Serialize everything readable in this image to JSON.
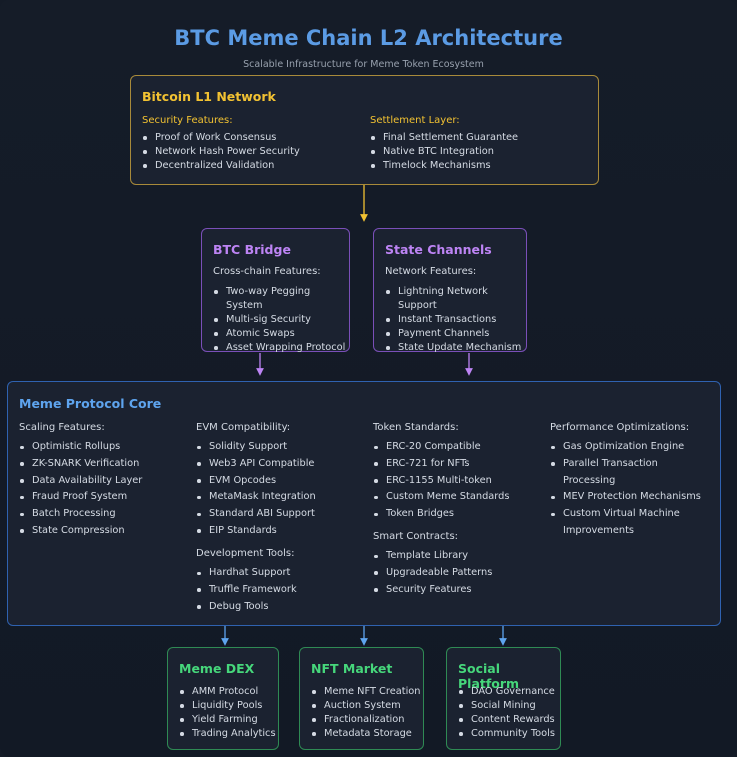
{
  "title": "BTC Meme Chain L2 Architecture",
  "subtitle": "Scalable Infrastructure for Meme Token Ecosystem",
  "colors": {
    "background": "#141b27",
    "title": "#5b9be4",
    "l1": "#f2c232",
    "l2": "#bd84f4",
    "core": "#5ea4ee",
    "apps": "#46d77b"
  },
  "l1": {
    "title": "Bitcoin L1 Network",
    "security": {
      "heading": "Security Features:",
      "items": [
        "Proof of Work Consensus",
        "Network Hash Power Security",
        "Decentralized Validation"
      ]
    },
    "settlement": {
      "heading": "Settlement Layer:",
      "items": [
        "Final Settlement Guarantee",
        "Native BTC Integration",
        "Timelock Mechanisms"
      ]
    }
  },
  "bridge": {
    "title": "BTC Bridge",
    "heading": "Cross-chain Features:",
    "items": [
      "Two-way Pegging System",
      "Multi-sig Security",
      "Atomic Swaps",
      "Asset Wrapping Protocol"
    ]
  },
  "channels": {
    "title": "State Channels",
    "heading": "Network Features:",
    "items": [
      "Lightning Network Support",
      "Instant Transactions",
      "Payment Channels",
      "State Update Mechanism"
    ]
  },
  "core": {
    "title": "Meme Protocol Core",
    "scaling": {
      "heading": "Scaling Features:",
      "items": [
        "Optimistic Rollups",
        "ZK-SNARK Verification",
        "Data Availability Layer",
        "Fraud Proof System",
        "Batch Processing",
        "State Compression"
      ]
    },
    "evm": {
      "heading": "EVM Compatibility:",
      "items": [
        "Solidity Support",
        "Web3 API Compatible",
        "EVM Opcodes",
        "MetaMask Integration",
        "Standard ABI Support",
        "EIP Standards"
      ]
    },
    "dev": {
      "heading": "Development Tools:",
      "items": [
        "Hardhat Support",
        "Truffle Framework",
        "Debug Tools"
      ]
    },
    "tokens": {
      "heading": "Token Standards:",
      "items": [
        "ERC-20 Compatible",
        "ERC-721 for NFTs",
        "ERC-1155 Multi-token",
        "Custom Meme Standards",
        "Token Bridges"
      ]
    },
    "contracts": {
      "heading": "Smart Contracts:",
      "items": [
        "Template Library",
        "Upgradeable Patterns",
        "Security Features"
      ]
    },
    "perf": {
      "heading": "Performance Optimizations:",
      "items": [
        "Gas Optimization Engine",
        "Parallel Transaction Processing",
        "MEV Protection Mechanisms",
        "Custom Virtual Machine Improvements"
      ]
    }
  },
  "dex": {
    "title": "Meme DEX",
    "items": [
      "AMM Protocol",
      "Liquidity Pools",
      "Yield Farming",
      "Trading Analytics"
    ]
  },
  "nft": {
    "title": "NFT Market",
    "items": [
      "Meme NFT Creation",
      "Auction System",
      "Fractionalization",
      "Metadata Storage"
    ]
  },
  "social": {
    "title": "Social Platform",
    "items": [
      "DAO Governance",
      "Social Mining",
      "Content Rewards",
      "Community Tools"
    ]
  }
}
